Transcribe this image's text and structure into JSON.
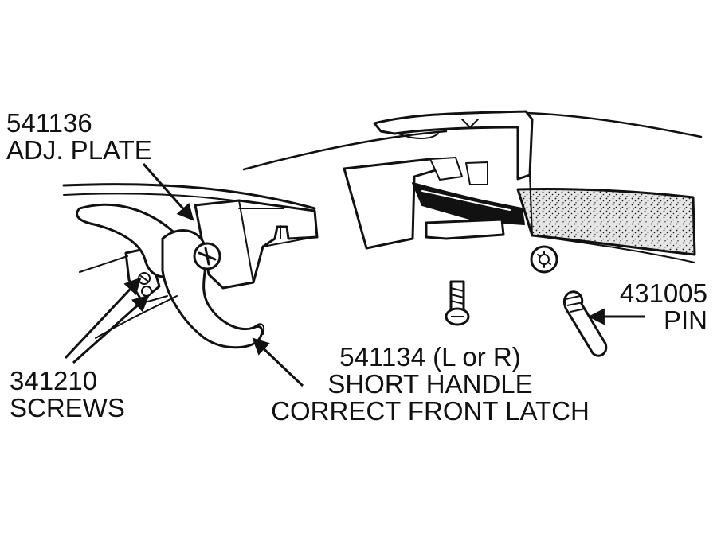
{
  "colors": {
    "ink": "#111111",
    "paper": "#ffffff",
    "foam_fill": "#e4e4e4"
  },
  "labels": {
    "adj_plate": {
      "part_number": "541136",
      "name": "ADJ. PLATE"
    },
    "screws": {
      "part_number": "341210",
      "name": "SCREWS"
    },
    "short_handle": {
      "part_number": "541134 (L or R)",
      "name": "SHORT HANDLE",
      "note": "CORRECT FRONT LATCH"
    },
    "pin": {
      "part_number": "431005",
      "name": "PIN"
    }
  }
}
